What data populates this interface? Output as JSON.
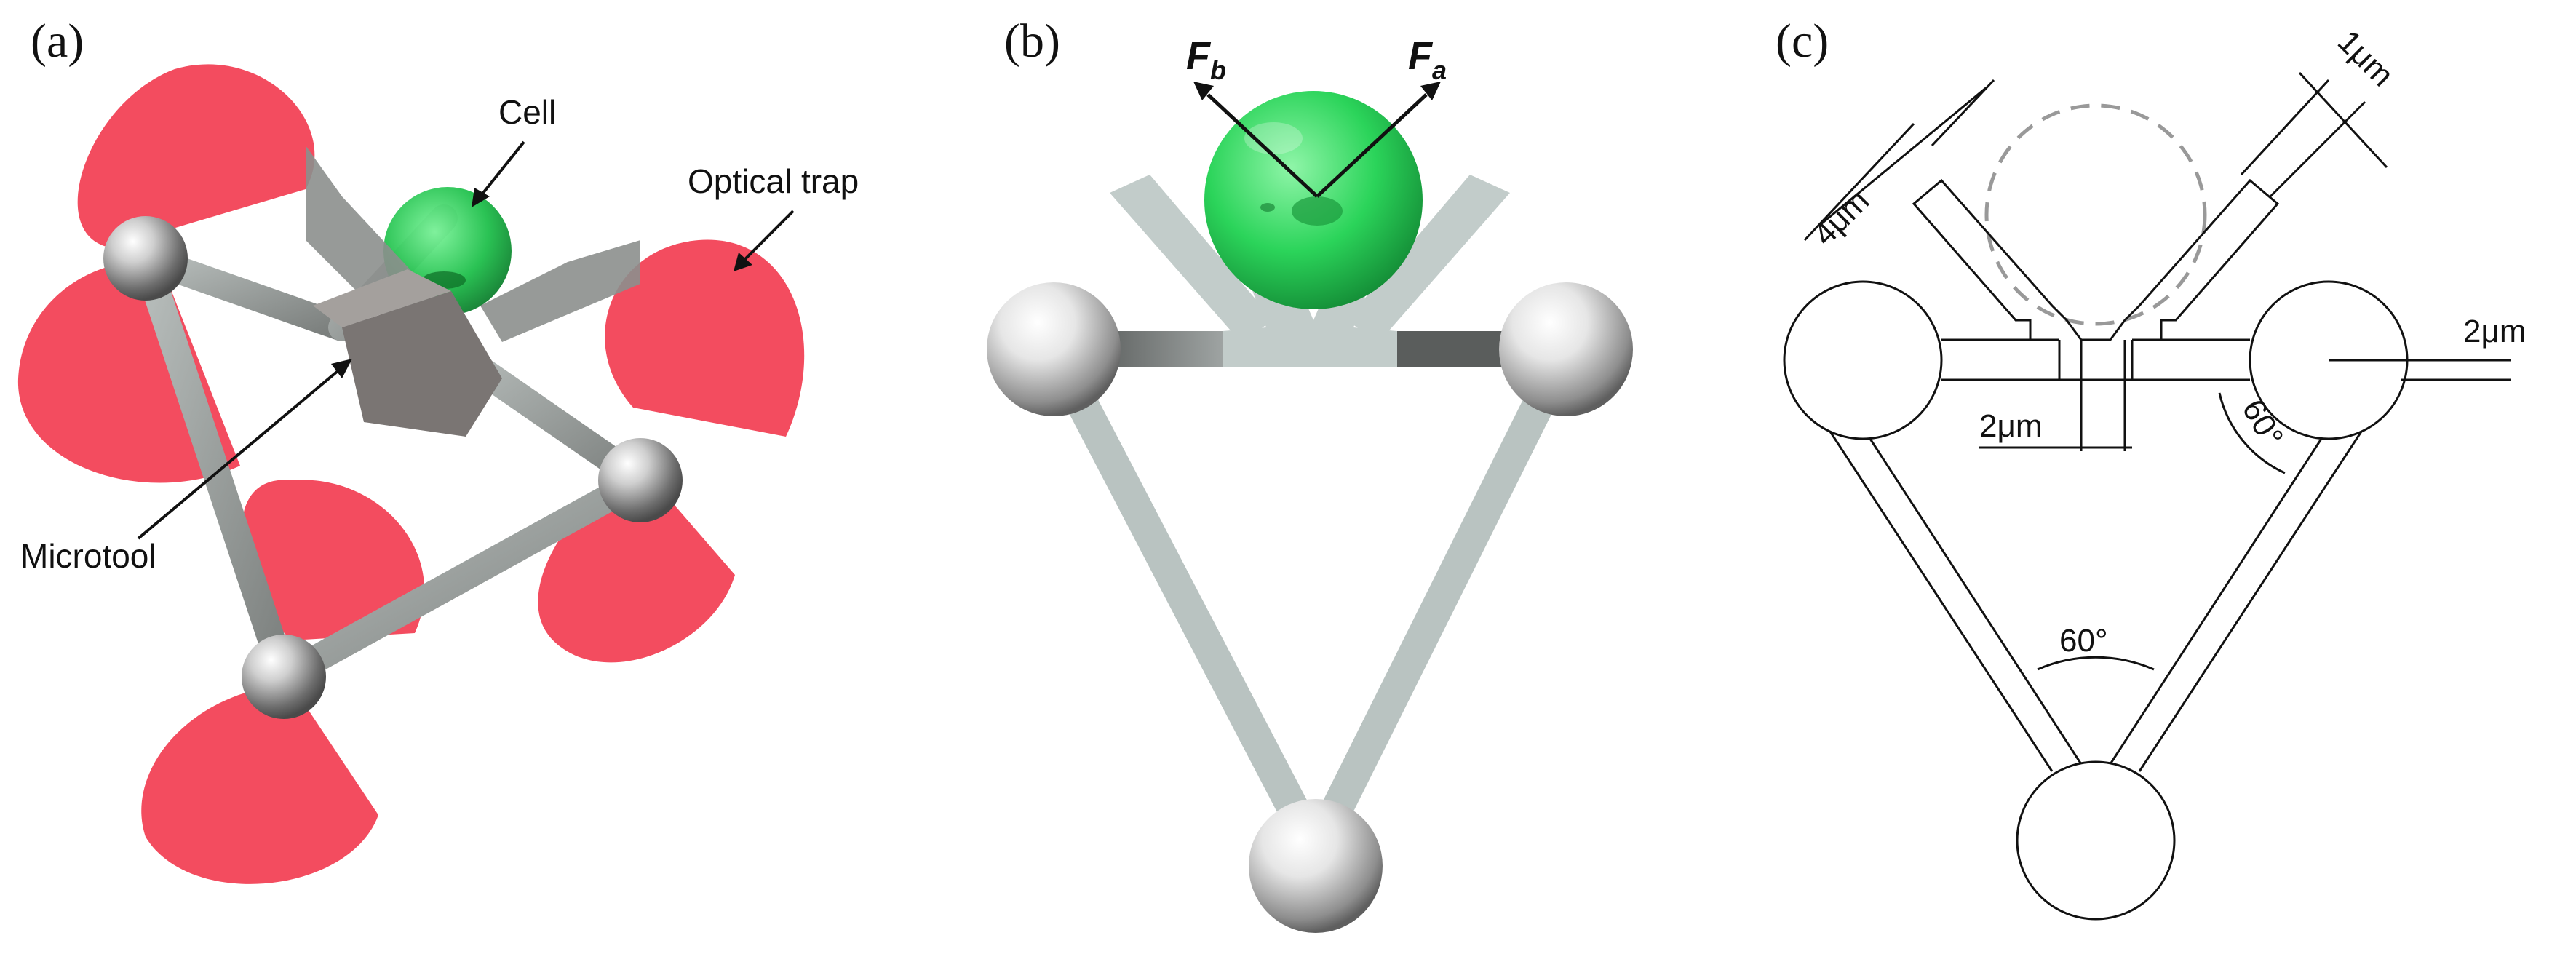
{
  "panels": {
    "a": {
      "label": "(a)",
      "annotations": {
        "cell": "Cell",
        "optical_trap": "Optical trap",
        "microtool": "Microtool"
      },
      "colors": {
        "trap": "#f0243c",
        "cell": "#22c55e",
        "tool": "#9aa3a1"
      }
    },
    "b": {
      "label": "(b)",
      "force_a": {
        "symbol": "F",
        "subscript": "a"
      },
      "force_b": {
        "symbol": "F",
        "subscript": "b"
      },
      "colors": {
        "cell": "#2bd45a",
        "tool": "#c2ccca",
        "sphere": "#d9d9d9"
      }
    },
    "c": {
      "label": "(c)",
      "dimensions": {
        "arm_offset": "4μm",
        "arm_width": "1μm",
        "bar_width": "2μm",
        "gap_width": "2μm",
        "angle_side": "60°",
        "angle_bottom": "60°"
      }
    }
  }
}
